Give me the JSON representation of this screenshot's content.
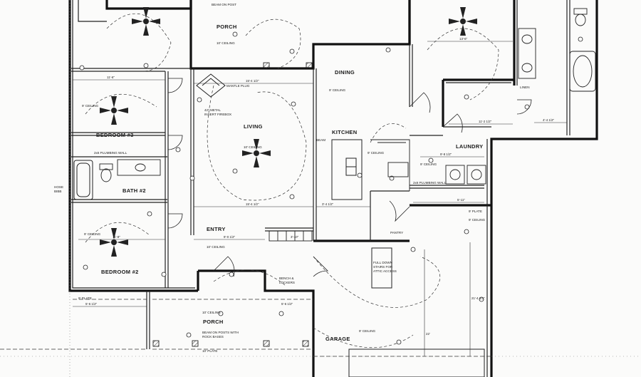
{
  "rooms": {
    "porch_top": "PORCH",
    "dining": "DINING",
    "bedroom3": "BEDROOM #3",
    "living": "LIVING",
    "kitchen": "KITCHEN",
    "laundry": "LAUNDRY",
    "bath2": "BATH #2",
    "entry": "ENTRY",
    "bedroom2": "BEDROOM #2",
    "porch_bottom": "PORCH",
    "garage": "GARAGE",
    "pantry": "PANTRY",
    "linen": "LINEN"
  },
  "notes": {
    "beam_on_post": "BEAM ON POST",
    "ceiling_10_porch": "10' CEILING",
    "ceiling_9_dining": "9' CEILING",
    "mantle_plug": "MANTLE PLUG",
    "fireplace_1": "42\" METAL",
    "fireplace_2": "INSERT FIREBOX",
    "ceiling_9_bed3": "9' CEILING",
    "ceiling_10_living": "10' CEILING",
    "beam": "BEAM",
    "ceiling_9_kitchen": "9' CEILING",
    "ceiling_9_laundry": "9' CEILING",
    "plumbing_wall_1": "2x6 PLUMBING WALL",
    "plumbing_wall_2": "2x6 PLUMBING WALL",
    "hose_bibb_1": "HOSE",
    "hose_bibb_2": "BIBB",
    "ceiling_10_entry": "10' CEILING",
    "ceiling_9_bed2": "9' CEILING",
    "bench_1": "BENCH &",
    "bench_2": "LOCKERS",
    "attic_1": "FULL DOWN",
    "attic_2": "STAIRS FOR",
    "attic_3": "ATTIC ACCESS",
    "plate_left": "9' PLATE",
    "ceiling_10_porch2": "10' CEILING",
    "beam_post_1": "BEAM ON POSTS WITH",
    "beam_post_2": "ROCK BASES",
    "plate_porch": "10' PLATE",
    "ceiling_9_garage": "9' CEILING",
    "plate_right": "9' PLATE",
    "ceiling_9_right": "9' CEILING"
  },
  "dimensions": {
    "d1": "11'-6\"",
    "d2": "15'-4 1/2\"",
    "d3": "15'-4 1/2\"",
    "d4": "3'-4 1/2\"",
    "d5": "9'-0 1/2\"",
    "d6": "5'-6 1/2\"",
    "d7": "5'-6 1/2\"",
    "d8": "13'-6\"",
    "d9": "11'-2 1/2\"",
    "d10": "9'-8 1/2\"",
    "d11": "5'-11\"",
    "d12": "4'-4 1/2\"",
    "d13": "22'",
    "d14": "21'-4 1/2\"",
    "d15": "11'-8\"",
    "d16": "3'-10\""
  }
}
